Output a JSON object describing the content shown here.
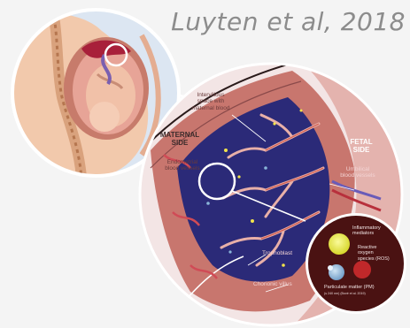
{
  "citation": "Luyten et al, 2018",
  "sides": {
    "maternal": "MATERNAL\nSIDE",
    "fetal": "FETAL\nSIDE"
  },
  "labels": {
    "intervillous": "Intervillous\nspace with\nmaternal blood",
    "endometrial": "Endometrial\nblood vessels",
    "umbilical": "Umbilical\nblood vessels",
    "trophoblast": "Trophoblast",
    "chorionic": "Chorionic villus"
  },
  "inset": {
    "inflammatory": "Inflammatory\nmediators",
    "ros": "Reactive\noxygen\nspecies (ROS)",
    "pm": "Particulate matter (PM)",
    "pm_note": "(≤ 240 nm) (Bové et al. 2019)"
  },
  "colors": {
    "maternal_blood": "#2b2a78",
    "tissue": "#c8766e",
    "fetal_region": "#e7b8b3",
    "inset_bg": "#4a1212",
    "inflammatory": "#e9ea3a",
    "ros": "#c0282a",
    "pm": "#8ab5d9"
  }
}
